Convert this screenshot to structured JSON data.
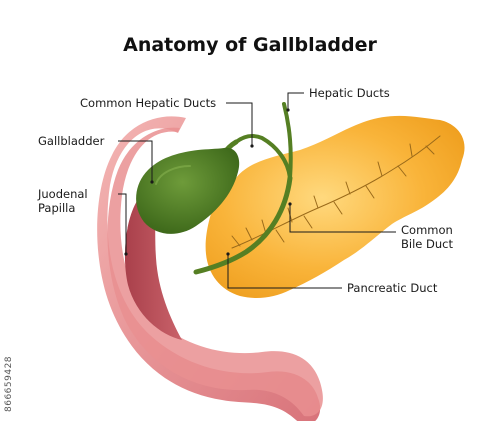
{
  "title": "Anatomy of Gallbladder",
  "labels": {
    "common_hepatic_ducts": "Common Hepatic Ducts",
    "hepatic_ducts": "Hepatic Ducts",
    "gallbladder": "Gallbladder",
    "juodenal_papilla_line1": "Juodenal",
    "juodenal_papilla_line2": "Papilla",
    "common_bile_duct_line1": "Common",
    "common_bile_duct_line2": "Bile Duct",
    "pancreatic_duct": "Pancreatic Duct"
  },
  "watermark_id": "866659428",
  "colors": {
    "duodenum": "#e0888a",
    "duodenum_inner": "#b54b55",
    "gallbladder": "#4d7a22",
    "duct": "#5e8c2a",
    "pancreas": "#f5ab2c",
    "pancreas_light": "#fdd88a",
    "pancreatic_duct": "#9a6a1a"
  }
}
